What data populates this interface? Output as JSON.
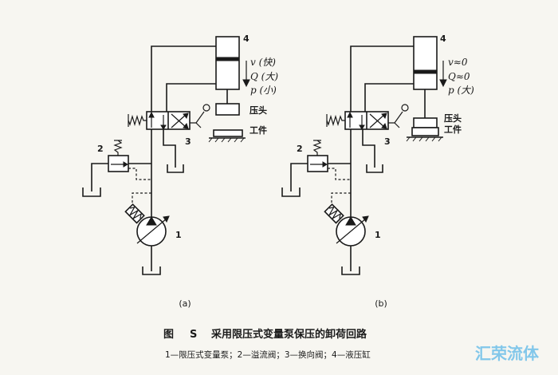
{
  "diagram_a": {
    "label": "(a)",
    "cylinder_number": "4",
    "valve_number": "3",
    "relief_number": "2",
    "pump_number": "1",
    "velocity_text": "v (快)",
    "flow_text": "Q (大)",
    "pressure_text": "p (小)",
    "press_head_label": "压头",
    "workpiece_label": "工件"
  },
  "diagram_b": {
    "label": "(b)",
    "cylinder_number": "4",
    "valve_number": "3",
    "relief_number": "2",
    "pump_number": "1",
    "velocity_text": "v≈0",
    "flow_text": "Q≈0",
    "pressure_text": "p (大)",
    "press_head_label": "压头",
    "workpiece_label": "工件"
  },
  "caption": {
    "figure_prefix": "图",
    "figure_number": "S",
    "title": "采用限压式变量泵保压的卸荷回路",
    "legend": "1—限压式变量泵；2—溢流阀；3—换向阀；4—液压缸"
  },
  "watermark": "汇荣流体",
  "colors": {
    "line": "#1a1a1a",
    "paper": "#f7f6f1",
    "watermark": "#5bb8e8"
  }
}
